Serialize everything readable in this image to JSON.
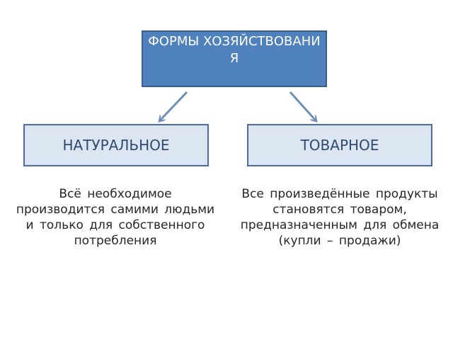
{
  "diagram": {
    "root": {
      "label": "ФОРМЫ ХОЗЯЙСТВОВАНИЯ"
    },
    "branches": [
      {
        "label": "НАТУРАЛЬНОЕ",
        "description": "Всё необходимое производится самими людьми и только для собственного потребления"
      },
      {
        "label": "ТОВАРНОЕ",
        "description": "Все произведённые продукты становятся товаром, предназначенным для обмена (купли – продажи)"
      }
    ],
    "colors": {
      "root_fill": "#4f81bd",
      "root_border": "#385d8a",
      "branch_fill": "#dce6f2",
      "branch_border": "#4a6fa5",
      "arrow": "#6f8fb5"
    }
  }
}
